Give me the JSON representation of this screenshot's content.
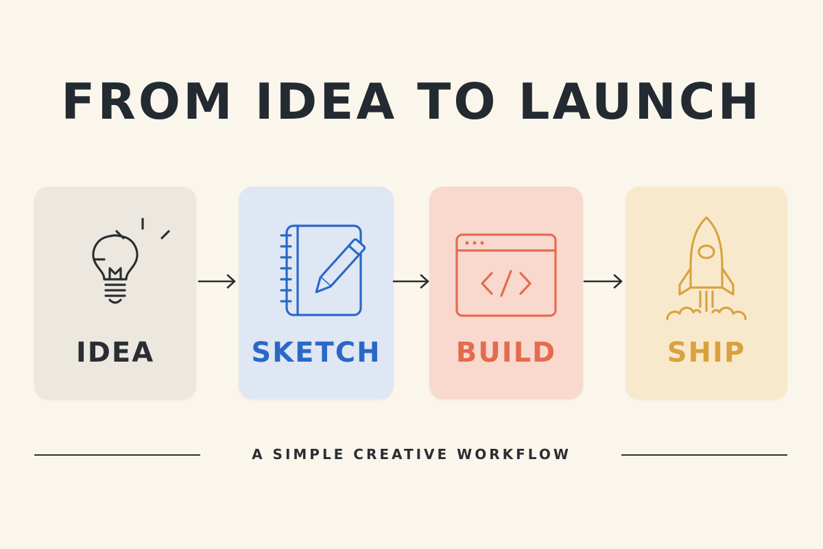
{
  "title": "FROM IDEA TO LAUNCH",
  "steps": [
    {
      "label": "IDEA",
      "icon": "lightbulb-icon",
      "color": "#2a2e33",
      "background": "#ece8e0"
    },
    {
      "label": "SKETCH",
      "icon": "notebook-pencil-icon",
      "color": "#2a68c7",
      "background": "#dfe7f5"
    },
    {
      "label": "BUILD",
      "icon": "code-window-icon",
      "color": "#e36b4f",
      "background": "#f9d8cd"
    },
    {
      "label": "SHIP",
      "icon": "rocket-icon",
      "color": "#d9a23e",
      "background": "#f9e9cc"
    }
  ],
  "footer": "A SIMPLE CREATIVE WORKFLOW",
  "colors": {
    "page_background": "#faf6ec",
    "text_dark": "#232a31"
  }
}
